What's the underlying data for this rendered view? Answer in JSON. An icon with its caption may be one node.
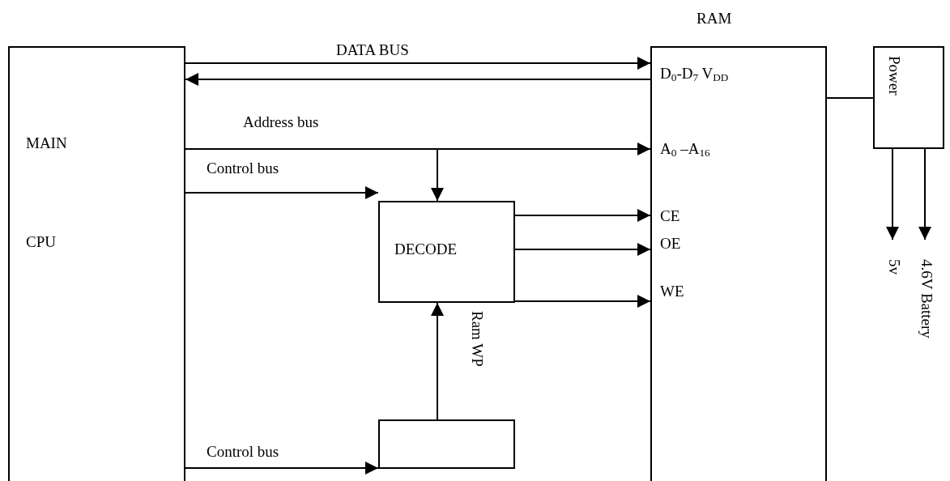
{
  "diagram": {
    "nodes": [
      {
        "text": [
          "MAIN",
          "CPU"
        ]
      },
      {
        "text": [
          "RAM",
          "D$_{0}$-D$_{7}$  V$_{DD}$",
          "A$_{0}$ –A$_{16}$",
          "CE",
          "OE",
          "WE"
        ]
      },
      {
        "text": [
          "DECODE"
        ]
      },
      {
        "text": [],
        "shape": "box"
      },
      {
        "text": [
          "Power"
        ]
      }
    ],
    "edges": [
      {
        "from": 0,
        "to": 1,
        "arrow": "to",
        "label": "DATA BUS"
      },
      {
        "from": 1,
        "to": 0,
        "arrow": "to"
      },
      {
        "from": 0,
        "to": 1,
        "arrow": "to",
        "label": "Address bus"
      },
      {
        "from": 0,
        "to": 2,
        "arrow": "to"
      },
      {
        "from": 0,
        "to": 2,
        "arrow": "to",
        "label": "Control bus"
      },
      {
        "from": 2,
        "to": 1,
        "arrow": "to"
      },
      {
        "from": 2,
        "to": 1,
        "arrow": "to"
      },
      {
        "from": 2,
        "to": 1,
        "arrow": "to"
      },
      {
        "from": 3,
        "to": 2,
        "arrow": "to",
        "label": "Ram WP"
      },
      {
        "from": 0,
        "to": 3,
        "arrow": "to",
        "label": "Control bus"
      },
      {
        "from": 1,
        "to": 4,
        "arrow": "none"
      },
      {
        "from": 4,
        "to": null,
        "arrow": "to",
        "label": "5v"
      },
      {
        "from": 4,
        "to": null,
        "arrow": "to",
        "label": "4.6V Battery"
      }
    ]
  }
}
